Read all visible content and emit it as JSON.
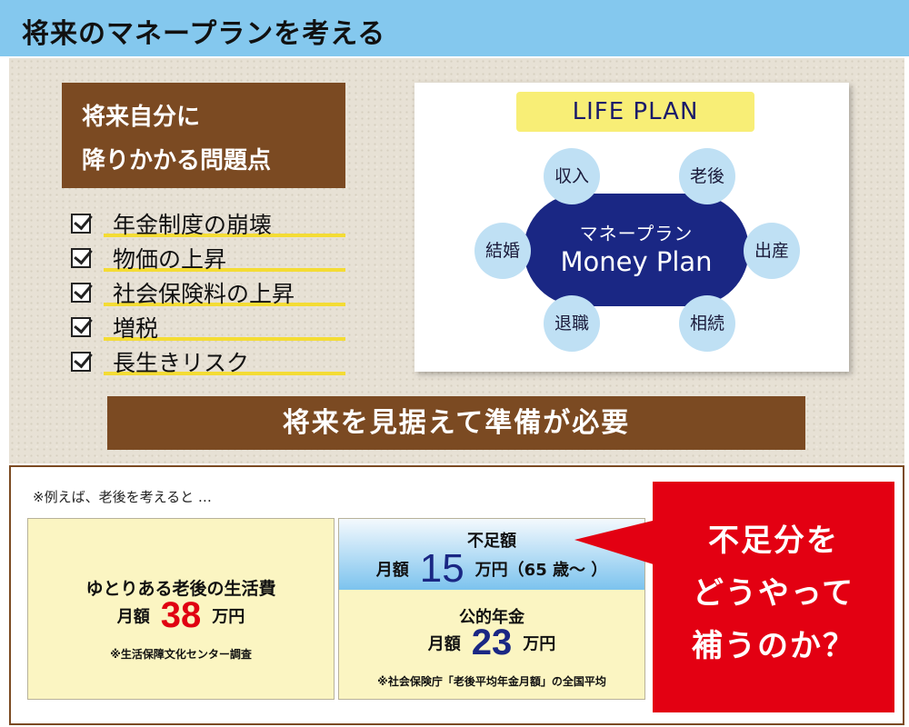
{
  "header": {
    "title": "将来のマネープランを考える"
  },
  "issues": {
    "heading_line1": "将来自分に",
    "heading_line2": "降りかかる問題点",
    "items": [
      "年金制度の崩壊",
      "物価の上昇",
      "社会保険料の上昇",
      "増税",
      "長生きリスク"
    ]
  },
  "life_plan": {
    "label": "LIFE PLAN",
    "center_jp": "マネープラン",
    "center_en": "Money Plan",
    "nodes": {
      "income": "収入",
      "old_age": "老後",
      "marriage": "結婚",
      "childbirth": "出産",
      "retirement": "退職",
      "inheritance": "相続"
    }
  },
  "banner": {
    "text": "将来を見据えて準備が必要"
  },
  "example": {
    "note": "※例えば、老後を考えると …",
    "living_cost": {
      "title": "ゆとりある老後の生活費",
      "monthly_label": "月額",
      "amount": "38",
      "unit": "万円",
      "source": "※生活保障文化センター調査"
    },
    "shortfall": {
      "title": "不足額",
      "monthly_label": "月額",
      "amount": "15",
      "unit": "万円（65 歳～ ）"
    },
    "pension": {
      "title": "公的年金",
      "monthly_label": "月額",
      "amount": "23",
      "unit": "万円",
      "source": "※社会保険庁「老後平均年金月額」の全国平均"
    }
  },
  "callout": {
    "line1": "不足分を",
    "line2": "どうやって",
    "line3": "補うのか？"
  },
  "colors": {
    "header_blue": "#84c8ee",
    "brown": "#7b4a22",
    "navy": "#1a2784",
    "red": "#e30012",
    "yellow": "#f8ee76",
    "cream": "#fbf5c2"
  }
}
